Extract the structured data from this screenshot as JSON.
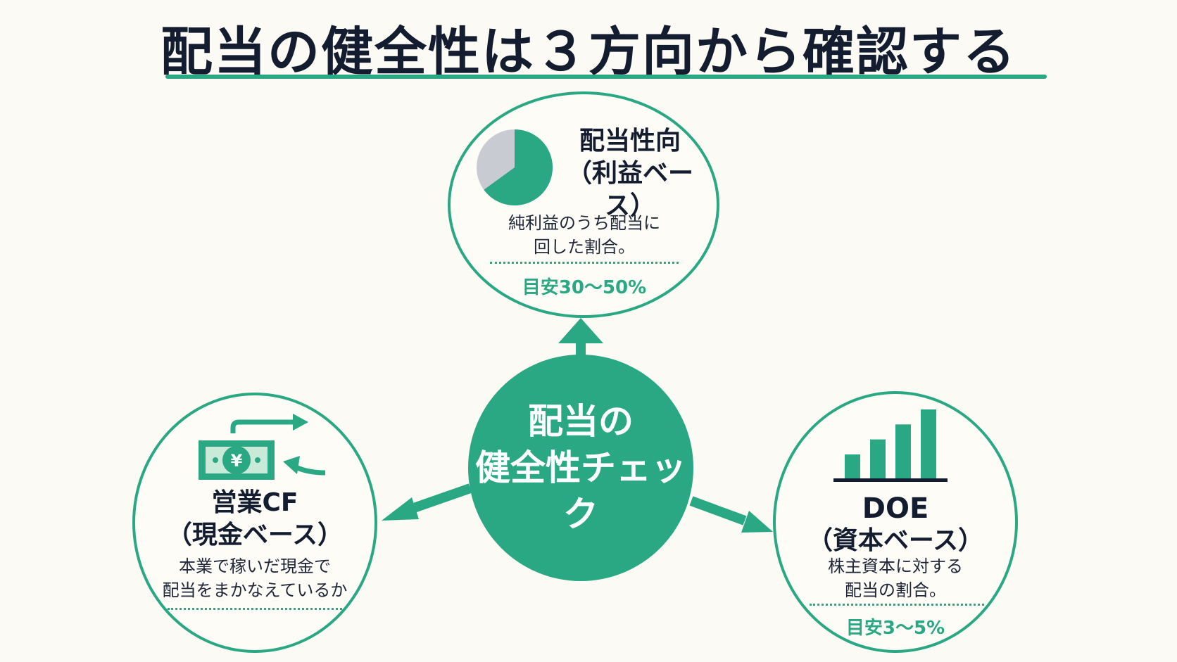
{
  "title": "配当の健全性は３方向から確認する",
  "center": {
    "line1": "配当の",
    "line2": "健全性チェック"
  },
  "top": {
    "title_line1": "配当性向",
    "title_line2": "（利益ベース）",
    "desc_line1": "純利益のうち配当に",
    "desc_line2": "回した割合。",
    "guide": "目安30〜50%",
    "pie_share": 0.65
  },
  "left": {
    "title_line1": "営業CF",
    "title_line2": "（現金ベース）",
    "desc_line1": "本業で稼いだ現金で",
    "desc_line2": "配当をまかなえているか",
    "currency_symbol": "¥"
  },
  "right": {
    "title_line1": "DOE",
    "title_line2": "（資本ベース）",
    "desc_line1": "株主資本に対する",
    "desc_line2": "配当の割合。",
    "guide": "目安3〜5%",
    "bar_values": [
      1.6,
      2.6,
      3.6,
      4.6
    ]
  },
  "colors": {
    "accent": "#2aa783",
    "text": "#141c30",
    "pie_gray": "#c8ccd2",
    "bill_light": "#c9ead8"
  }
}
